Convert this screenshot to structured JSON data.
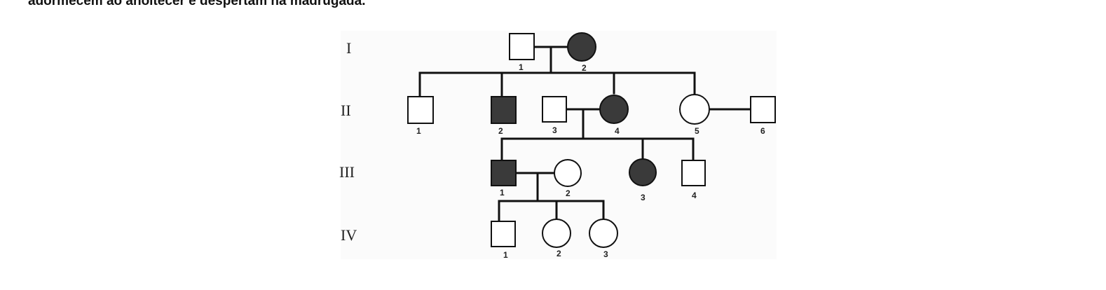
{
  "text": {
    "top_line": "adormecem ao anoitecer e despertam na madrugada."
  },
  "colors": {
    "affected": "#3a3a3a",
    "unaffected": "#ffffff",
    "line": "#111111"
  },
  "pedigree": {
    "generations": [
      {
        "label": "I",
        "individuals": [
          {
            "number": "1",
            "sex": "male",
            "affected": false
          },
          {
            "number": "2",
            "sex": "female",
            "affected": true
          }
        ]
      },
      {
        "label": "II",
        "individuals": [
          {
            "number": "1",
            "sex": "male",
            "affected": false
          },
          {
            "number": "2",
            "sex": "male",
            "affected": true
          },
          {
            "number": "3",
            "sex": "male",
            "affected": false
          },
          {
            "number": "4",
            "sex": "female",
            "affected": true
          },
          {
            "number": "5",
            "sex": "female",
            "affected": false
          },
          {
            "number": "6",
            "sex": "male",
            "affected": false
          }
        ]
      },
      {
        "label": "III",
        "individuals": [
          {
            "number": "1",
            "sex": "male",
            "affected": true
          },
          {
            "number": "2",
            "sex": "female",
            "affected": false
          },
          {
            "number": "3",
            "sex": "female",
            "affected": true
          },
          {
            "number": "4",
            "sex": "male",
            "affected": false
          }
        ]
      },
      {
        "label": "IV",
        "individuals": [
          {
            "number": "1",
            "sex": "male",
            "affected": false
          },
          {
            "number": "2",
            "sex": "female",
            "affected": false
          },
          {
            "number": "3",
            "sex": "female",
            "affected": false
          }
        ]
      }
    ]
  }
}
